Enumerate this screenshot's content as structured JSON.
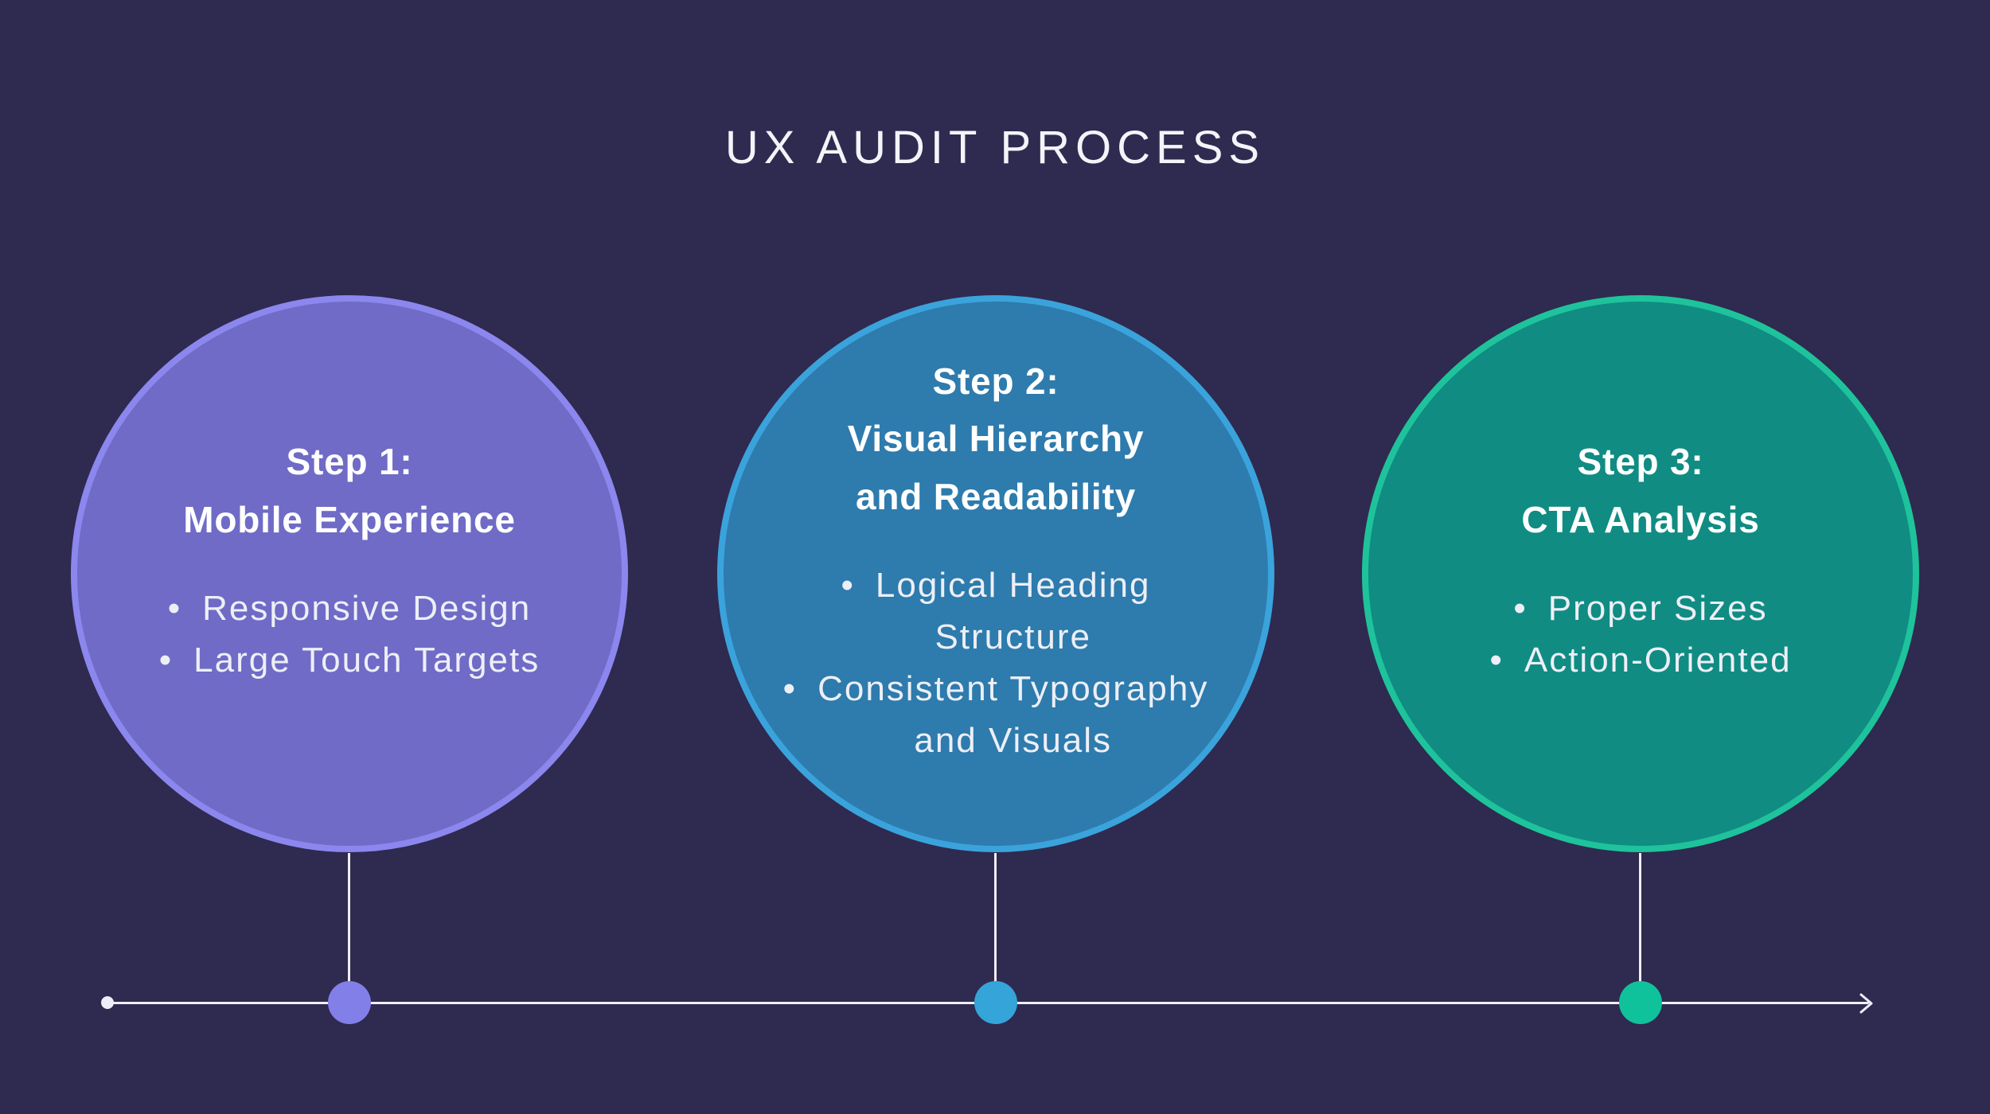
{
  "title": "UX AUDIT PROCESS",
  "ui": {
    "bullet_char": "•"
  },
  "colors": {
    "background": "#2f2a4f",
    "timeline": "#efedf7",
    "heading_text": "#ffffff",
    "body_text": "#edeff6"
  },
  "steps": [
    {
      "heading": [
        "Step 1:",
        "Mobile Experience"
      ],
      "bullets": [
        [
          "Responsive Design"
        ],
        [
          "Large Touch Targets"
        ]
      ],
      "colors": {
        "fill": "#6f6bc6",
        "border": "#8b87ee",
        "dot": "#827fe8"
      }
    },
    {
      "heading": [
        "Step 2:",
        "Visual Hierarchy",
        "and Readability"
      ],
      "bullets": [
        [
          "Logical Heading",
          "Structure"
        ],
        [
          "Consistent Typography",
          "and Visuals"
        ]
      ],
      "colors": {
        "fill": "#2e7bad",
        "border": "#3aa3dc",
        "dot": "#35a4d8"
      }
    },
    {
      "heading": [
        "Step 3:",
        "CTA Analysis"
      ],
      "bullets": [
        [
          "Proper Sizes"
        ],
        [
          "Action-Oriented"
        ]
      ],
      "colors": {
        "fill": "#108c83",
        "border": "#1ec39c",
        "dot": "#10c29b"
      }
    }
  ]
}
